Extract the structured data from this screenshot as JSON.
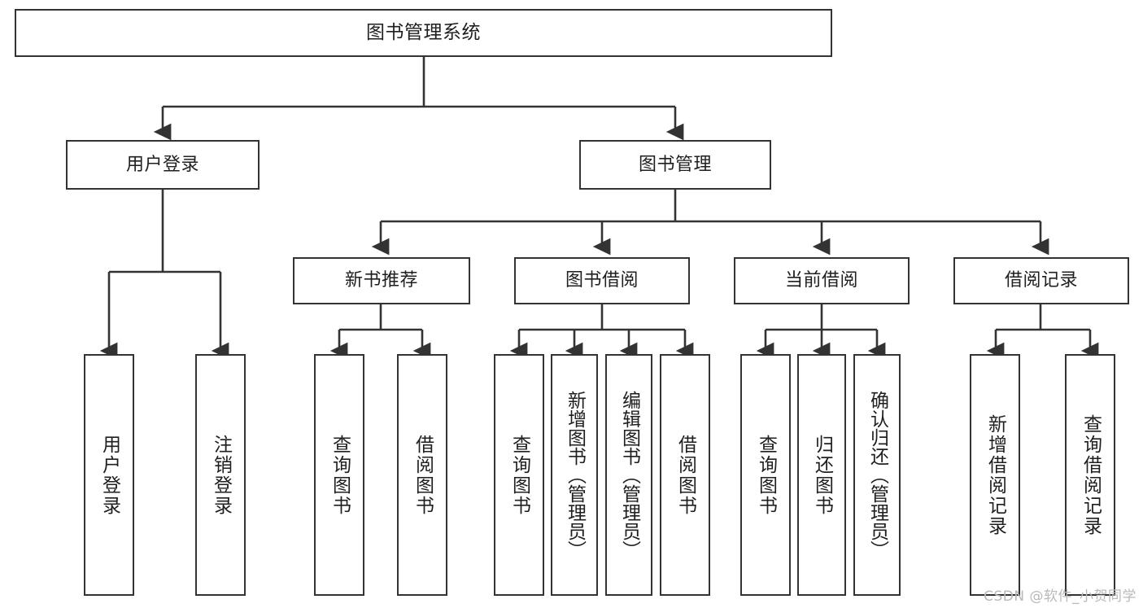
{
  "diagram": {
    "type": "tree",
    "title": "图书管理系统",
    "root": {
      "label": "图书管理系统"
    },
    "level2": [
      {
        "label": "用户登录"
      },
      {
        "label": "图书管理"
      }
    ],
    "level3": [
      {
        "label": "新书推荐"
      },
      {
        "label": "图书借阅"
      },
      {
        "label": "当前借阅"
      },
      {
        "label": "借阅记录"
      }
    ],
    "leaves": {
      "user_login": [
        {
          "label": "用户登录"
        },
        {
          "label": "注销登录"
        }
      ],
      "new_book_recommend": [
        {
          "label": "查询图书"
        },
        {
          "label": "借阅图书"
        }
      ],
      "book_borrow": [
        {
          "label": "查询图书"
        },
        {
          "label": "新增图书（管理员）"
        },
        {
          "label": "编辑图书（管理员）"
        },
        {
          "label": "借阅图书"
        }
      ],
      "current_borrow": [
        {
          "label": "查询图书"
        },
        {
          "label": "归还图书"
        },
        {
          "label": "确认归还（管理员）"
        }
      ],
      "borrow_record": [
        {
          "label": "新增借阅记录"
        },
        {
          "label": "查询借阅记录"
        }
      ]
    }
  },
  "watermark": {
    "text": "CSDN @软件_小贺同学"
  },
  "colors": {
    "stroke": "#333333",
    "fill": "#ffffff",
    "text": "#1f1f1f",
    "watermark": "#b9b9b9"
  }
}
